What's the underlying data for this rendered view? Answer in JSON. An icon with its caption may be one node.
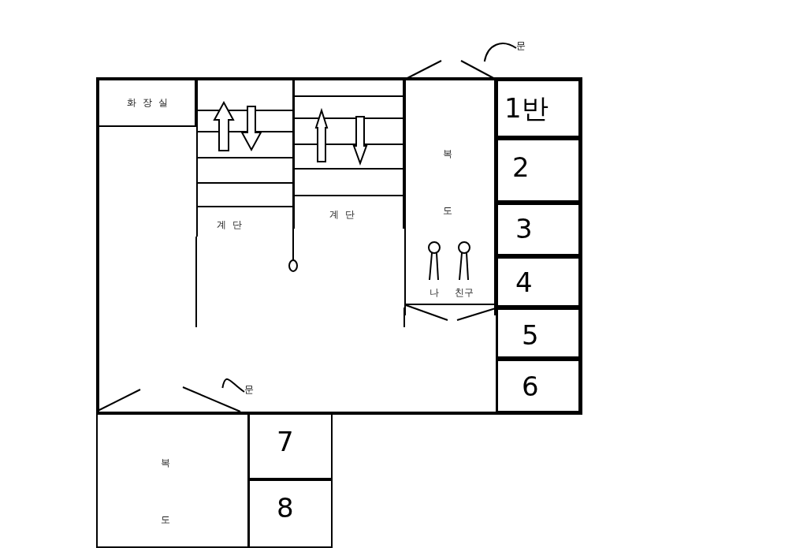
{
  "diagram": {
    "nodes": [
      {
        "text": [
          "문"
        ]
      },
      {
        "text": [],
        "shape": "door"
      },
      {
        "text": [
          "화장실"
        ]
      },
      {
        "text": [
          "1반"
        ]
      },
      {
        "text": [
          "계단"
        ]
      },
      {
        "text": [
          "계단"
        ]
      },
      {
        "text": [
          "복도"
        ]
      },
      {
        "text": [
          "2"
        ]
      },
      {
        "text": [
          "3"
        ]
      },
      {
        "text": [
          "4"
        ]
      },
      {
        "text": [
          "5"
        ]
      },
      {
        "text": [
          "6"
        ]
      },
      {
        "text": [
          "나"
        ],
        "in": 6
      },
      {
        "text": [
          "친구"
        ],
        "in": 6
      },
      {
        "text": [],
        "shape": "door"
      },
      {
        "text": [
          "문"
        ]
      },
      {
        "text": [
          "복도"
        ]
      },
      {
        "text": [
          "7"
        ]
      },
      {
        "text": [
          "8"
        ]
      },
      {
        "text": [],
        "shape": "door"
      }
    ],
    "edges": [
      {
        "from": 0,
        "to": 1,
        "arrow": "none"
      },
      {
        "from": 15,
        "to": 14,
        "arrow": "none"
      }
    ]
  }
}
